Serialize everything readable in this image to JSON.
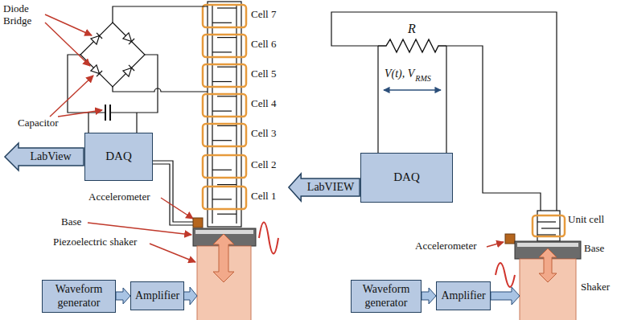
{
  "diagram": {
    "nodes": [
      {
        "text": [
          "DAQ"
        ]
      },
      {
        "text": [
          "LabView"
        ]
      },
      {
        "text": [
          "Waveform generator"
        ]
      },
      {
        "text": [
          "Amplifier"
        ]
      },
      {
        "text": [
          "DAQ"
        ]
      },
      {
        "text": [
          "LabVIEW"
        ]
      },
      {
        "text": [
          "Waveform generator"
        ]
      },
      {
        "text": [
          "Amplifier"
        ]
      }
    ],
    "edges": [
      {
        "from": 2,
        "to": 3,
        "arrow": "to"
      },
      {
        "from": 6,
        "to": 7,
        "arrow": "to"
      }
    ],
    "labels": [
      "Diode Bridge",
      "Capacitor",
      "Cell 7",
      "Cell 6",
      "Cell 5",
      "Cell 4",
      "Cell 3",
      "Cell 2",
      "Cell 1",
      "Accelerometer",
      "Base",
      "Piezoelectric shaker",
      "R",
      "V(t), V",
      "RMS",
      "Unit cell",
      "Accelerometer",
      "Base",
      "Shaker"
    ]
  }
}
